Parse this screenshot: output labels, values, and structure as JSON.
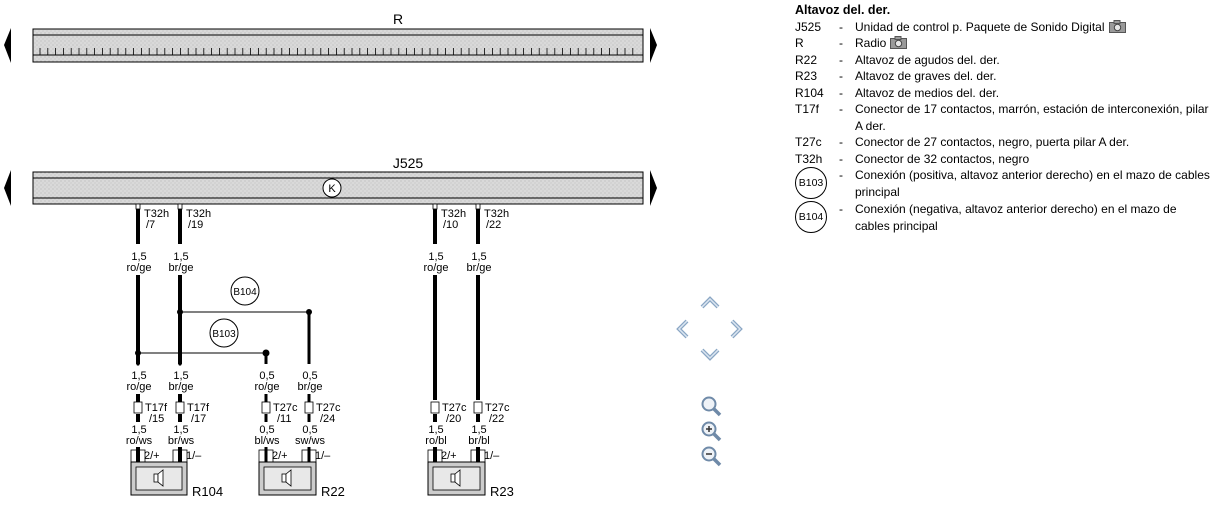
{
  "diagram": {
    "bus_top_label": "R",
    "bus_mid_label": "J525",
    "k_symbol": "K",
    "connectors_top": [
      {
        "name": "T32h",
        "pin": "/7"
      },
      {
        "name": "T32h",
        "pin": "/19"
      },
      {
        "name": "T32h",
        "pin": "/10"
      },
      {
        "name": "T32h",
        "pin": "/22"
      }
    ],
    "wires_upper": [
      {
        "gauge": "1,5",
        "color": "ro/ge"
      },
      {
        "gauge": "1,5",
        "color": "br/ge"
      },
      {
        "gauge": "1,5",
        "color": "ro/ge"
      },
      {
        "gauge": "1,5",
        "color": "br/ge"
      }
    ],
    "junctions": [
      {
        "label": "B104"
      },
      {
        "label": "B103"
      }
    ],
    "wires_mid": [
      {
        "gauge": "1,5",
        "color": "ro/ge"
      },
      {
        "gauge": "1,5",
        "color": "br/ge"
      },
      {
        "gauge": "0,5",
        "color": "ro/ge"
      },
      {
        "gauge": "0,5",
        "color": "br/ge"
      }
    ],
    "connectors_low": [
      {
        "name": "T17f",
        "pin": "/15"
      },
      {
        "name": "T17f",
        "pin": "/17"
      },
      {
        "name": "T27c",
        "pin": "/11"
      },
      {
        "name": "T27c",
        "pin": "/24"
      },
      {
        "name": "T27c",
        "pin": "/20"
      },
      {
        "name": "T27c",
        "pin": "/22"
      }
    ],
    "wires_low": [
      {
        "gauge": "1,5",
        "color": "ro/ws"
      },
      {
        "gauge": "1,5",
        "color": "br/ws"
      },
      {
        "gauge": "0,5",
        "color": "bl/ws"
      },
      {
        "gauge": "0,5",
        "color": "sw/ws"
      },
      {
        "gauge": "1,5",
        "color": "ro/bl"
      },
      {
        "gauge": "1,5",
        "color": "br/bl"
      }
    ],
    "speakers": [
      {
        "label": "R104",
        "pin_pos": "2/+",
        "pin_neg": "1/–"
      },
      {
        "label": "R22",
        "pin_pos": "2/+",
        "pin_neg": "1/–"
      },
      {
        "label": "R23",
        "pin_pos": "2/+",
        "pin_neg": "1/–"
      }
    ]
  },
  "legend": {
    "title": "Altavoz del. der.",
    "items": [
      {
        "code": "J525",
        "desc": "Unidad de control p. Paquete de Sonido Digital",
        "icon": "camera-icon"
      },
      {
        "code": "R",
        "desc": "Radio",
        "icon": "camera-icon"
      },
      {
        "code": "R22",
        "desc": "Altavoz de agudos del. der."
      },
      {
        "code": "R23",
        "desc": "Altavoz de graves del. der."
      },
      {
        "code": "R104",
        "desc": "Altavoz de medios del. der."
      },
      {
        "code": "T17f",
        "desc": "Conector de 17 contactos, marrón, estación de interconexión, pilar A der."
      },
      {
        "code": "T27c",
        "desc": "Conector de 27 contactos, negro, puerta pilar A der."
      },
      {
        "code": "T32h",
        "desc": "Conector de 32 contactos, negro"
      }
    ],
    "bubbles": [
      {
        "code": "B103",
        "desc": "Conexión (positiva, altavoz anterior derecho) en el mazo de cables principal"
      },
      {
        "code": "B104",
        "desc": "Conexión (negativa, altavoz anterior derecho) en el mazo de cables principal"
      }
    ],
    "dash": "-"
  },
  "nav": {
    "icons": [
      "arrow-up-icon",
      "arrow-left-icon",
      "arrow-right-icon",
      "arrow-down-icon",
      "zoom-fit-icon",
      "zoom-in-icon",
      "zoom-out-icon"
    ]
  }
}
